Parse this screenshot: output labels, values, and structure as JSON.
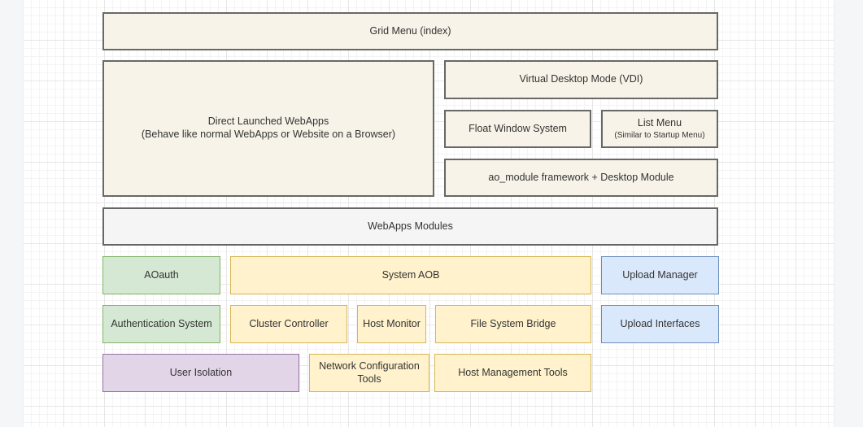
{
  "diagram": {
    "nodes": {
      "grid_menu": {
        "label": "Grid Menu (index)"
      },
      "direct_webapps": {
        "label": "Direct Launched WebApps",
        "sublabel": "(Behave like normal WebApps or Website on a Browser)"
      },
      "vdi": {
        "label": "Virtual Desktop Mode (VDI)"
      },
      "float_window": {
        "label": "Float Window System"
      },
      "list_menu": {
        "label": "List Menu",
        "sublabel": "(Similar to Startup Menu)"
      },
      "ao_module": {
        "label": "ao_module framework + Desktop Module"
      },
      "webapps_modules": {
        "label": "WebApps Modules"
      },
      "aoauth": {
        "label": "AOauth"
      },
      "system_aob": {
        "label": "System AOB"
      },
      "upload_manager": {
        "label": "Upload Manager"
      },
      "auth_system": {
        "label": "Authentication System"
      },
      "cluster_controller": {
        "label": "Cluster Controller"
      },
      "host_monitor": {
        "label": "Host Monitor"
      },
      "fs_bridge": {
        "label": "File System Bridge"
      },
      "upload_interfaces": {
        "label": "Upload Interfaces"
      },
      "user_isolation": {
        "label": "User Isolation"
      },
      "net_config": {
        "label": "Network Configuration Tools"
      },
      "host_mgmt": {
        "label": "Host Management Tools"
      }
    },
    "palette": {
      "text": "#333333",
      "cream_fill": "#f7f3e8",
      "cream_border": "#686868",
      "gray_fill": "#f5f5f5",
      "gray_border": "#666666",
      "green_fill": "#d5e8d4",
      "green_border": "#82b366",
      "yellow_fill": "#fff2cc",
      "yellow_border": "#d6b656",
      "blue_fill": "#dae8fc",
      "blue_border": "#6c8ebf",
      "purple_fill": "#e1d5e7",
      "purple_border": "#9673a6",
      "page_bg": "#ffffff",
      "offpage_bg": "#f5f6f8",
      "grid_minor": "#f4f4f4",
      "grid_major": "#e7e7e7"
    }
  }
}
